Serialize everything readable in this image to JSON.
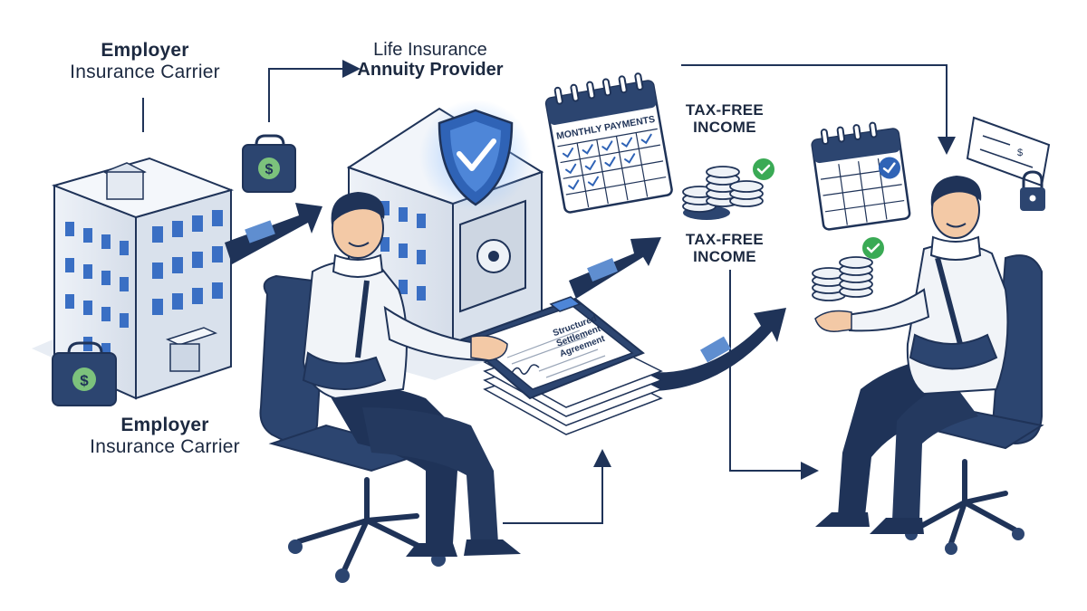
{
  "labels": {
    "employer_top": {
      "line1": "Employer",
      "line2": "Insurance Carrier"
    },
    "employer_bottom": {
      "line1": "Employer",
      "line2": "Insurance Carrier"
    },
    "life_insurance": {
      "line1": "Life Insurance",
      "line2": "Annuity Provider"
    },
    "tax_free_1": {
      "line1": "TAX-FREE",
      "line2": "INCOME"
    },
    "tax_free_2": {
      "line1": "TAX-FREE",
      "line2": "INCOME"
    }
  },
  "document": {
    "title_line1": "Structured",
    "title_line2": "Settlement",
    "title_line3": "Agreement"
  },
  "calendar": {
    "title": "MONTHLY PAYMENTS"
  },
  "icons": {
    "money_symbol": "$",
    "check": "✓"
  },
  "colors": {
    "navy": "#1f3358",
    "blue": "#3a6fc4",
    "light_blue": "#dfe8f5",
    "green": "#3aaa55",
    "shirt": "#f1f4f8"
  }
}
